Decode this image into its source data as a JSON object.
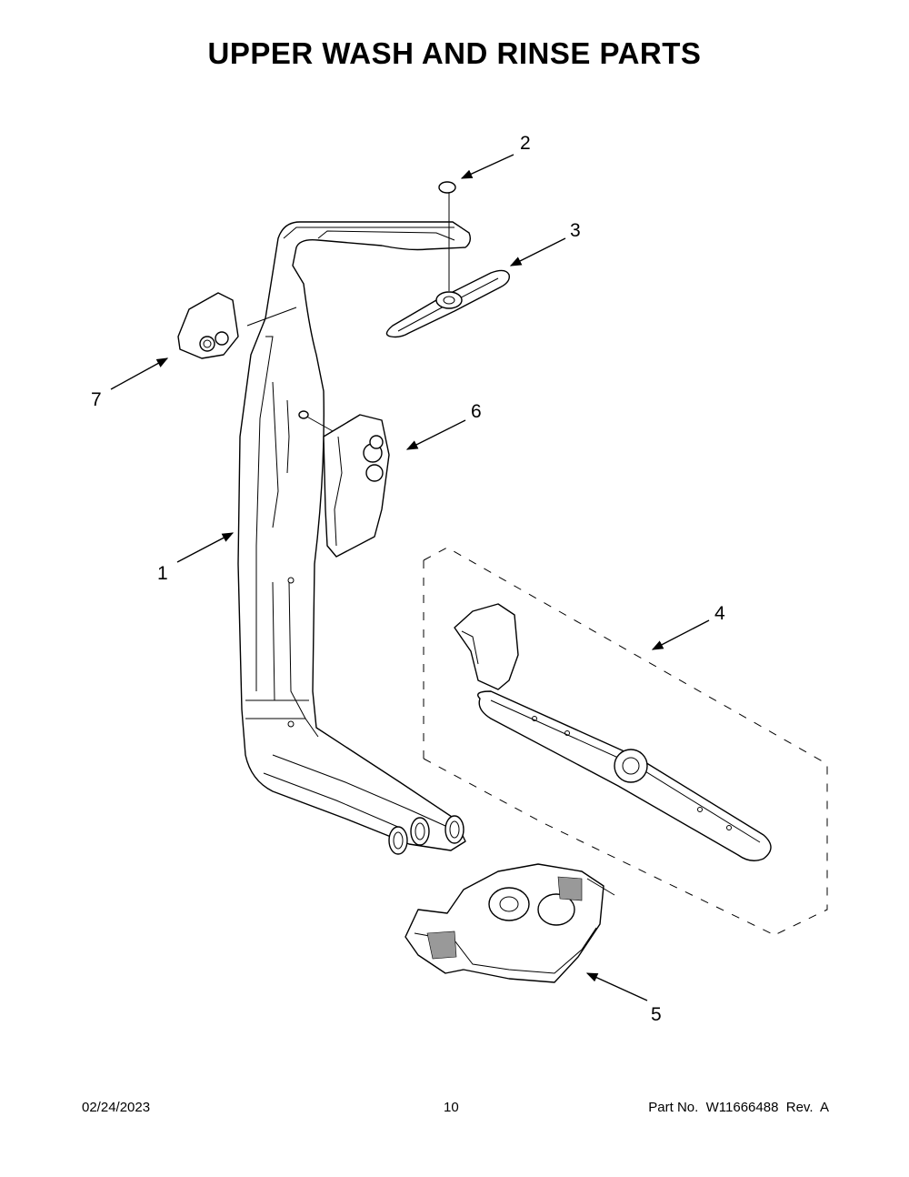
{
  "page": {
    "title": "UPPER WASH AND RINSE PARTS"
  },
  "callouts": [
    {
      "id": "1",
      "label": "1"
    },
    {
      "id": "2",
      "label": "2"
    },
    {
      "id": "3",
      "label": "3"
    },
    {
      "id": "4",
      "label": "4"
    },
    {
      "id": "5",
      "label": "5"
    },
    {
      "id": "6",
      "label": "6"
    },
    {
      "id": "7",
      "label": "7"
    }
  ],
  "footer": {
    "date": "02/24/2023",
    "page_number": "10",
    "part_number": "Part No.  W11666488  Rev.  A"
  }
}
